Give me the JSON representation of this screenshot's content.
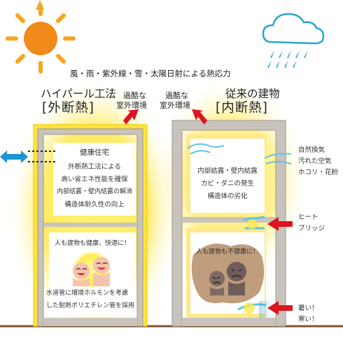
{
  "header": {
    "caption": "風・雨・紫外線・雪・太陽日射による熱応力"
  },
  "left_building": {
    "title": "ハイパール工法",
    "subtitle": "[外断熱]",
    "callout_line1": "過酷な",
    "callout_line2": "室外環境",
    "upper_box": [
      "健康住宅",
      "外断熱工法による",
      "高い省エネ性能を確保",
      "内部結露・壁内結露の解消",
      "構造体耐久性の向上"
    ],
    "lower_box_caption": "人も建物も健康、快適に！",
    "pipe_note": [
      "水道管に環境ホルモンを考慮",
      "した耐熱ポリエチレン管を採用"
    ]
  },
  "right_building": {
    "title": "従来の建物",
    "subtitle": "[内断熱]",
    "callout_line1": "過酷な",
    "callout_line2": "室外環境",
    "upper_box": [
      "内部結露・壁内結露",
      "カビ・ダニの発生",
      "構造体の劣化"
    ],
    "lower_box_caption": "人も建物も不健康に！"
  },
  "side_notes": {
    "ventilation": [
      "自然換気",
      "汚れた空気",
      "ホコリ・花粉"
    ],
    "heat_bridge": [
      "ヒート",
      "ブリッジ"
    ],
    "temperature": [
      "暑い！",
      "寒い！"
    ]
  },
  "colors": {
    "wall": "#c8c3bc",
    "wall_edge": "#9c968e",
    "glow": "#ffe84a",
    "sun": "#f5a623",
    "sun_core": "#f08a1a",
    "cloud": "#2aa6cf",
    "rain": "#3aa9d6",
    "red_arrow": "#e0141e",
    "blue_arrow": "#1a95d6",
    "ground": "#7a5636",
    "dark_stain": "#8a6a56"
  },
  "icons": [
    "sun-icon",
    "rain-cloud-icon",
    "red-arrow-icon",
    "blue-double-arrow-icon",
    "happy-faces-icon",
    "sad-faces-icon"
  ]
}
